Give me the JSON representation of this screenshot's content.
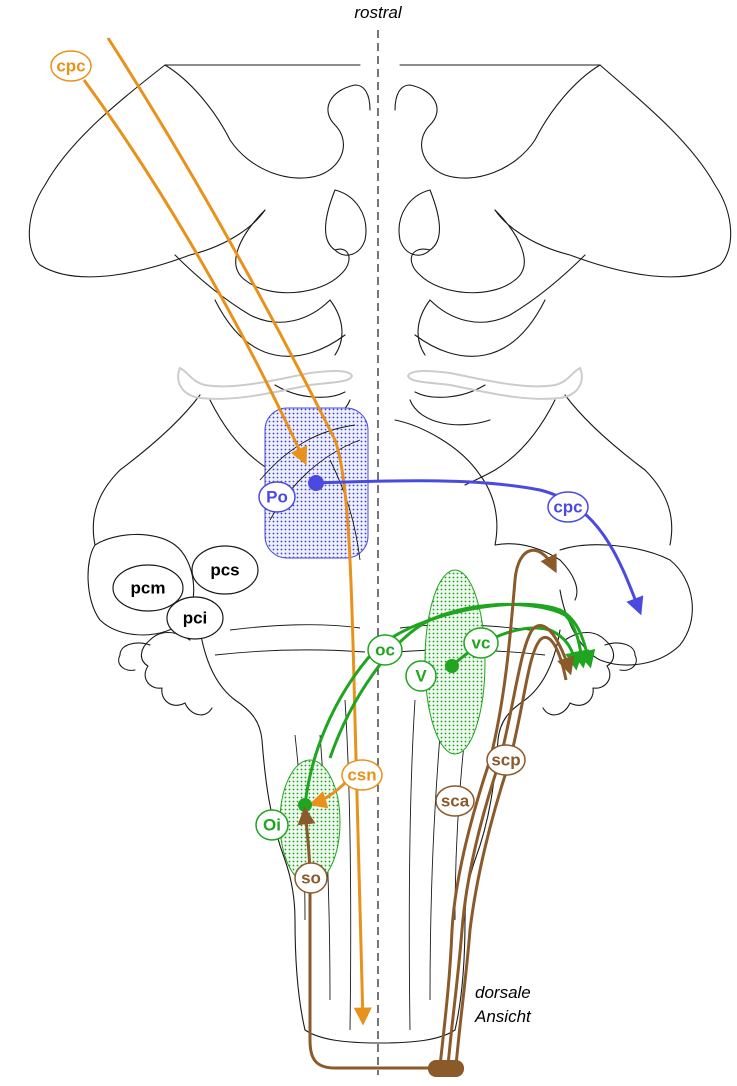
{
  "orientation": {
    "top": "rostral",
    "view_line1": "dorsale",
    "view_line2": "Ansicht"
  },
  "labels": {
    "cpc_top": "cpc",
    "po": "Po",
    "cpc_right": "cpc",
    "pcs": "pcs",
    "pcm": "pcm",
    "pci": "pci",
    "oc": "oc",
    "vc": "vc",
    "v": "V",
    "csn": "csn",
    "oi": "Oi",
    "so": "so",
    "sca": "sca",
    "scp": "scp"
  },
  "colors": {
    "corticopontine": "#e8921c",
    "pontine": "#4a4ae0",
    "vestibular_olivary": "#1fa51f",
    "spinal": "#8b5a2b",
    "outline": "#1a1a1a",
    "faint": "#cccccc"
  }
}
